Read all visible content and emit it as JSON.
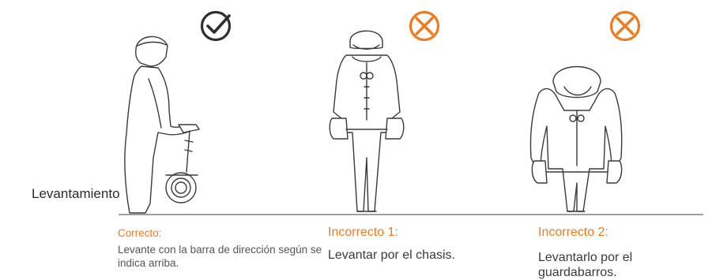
{
  "section_label": "Levantamiento",
  "icons": [
    "check-circle-icon",
    "cross-circle-icon",
    "cross-circle-icon"
  ],
  "colors": {
    "accent": "#f07a1e",
    "line": "#3a3a3a",
    "text": "#555555"
  },
  "captions": [
    {
      "title": "Correcto:",
      "text": "Levante con la barra de dirección según se indica arriba."
    },
    {
      "title": "Incorrecto 1:",
      "text": "Levantar por el chasis."
    },
    {
      "title": "Incorrecto 2:",
      "text": "Levantarlo por el guardabarros."
    }
  ]
}
